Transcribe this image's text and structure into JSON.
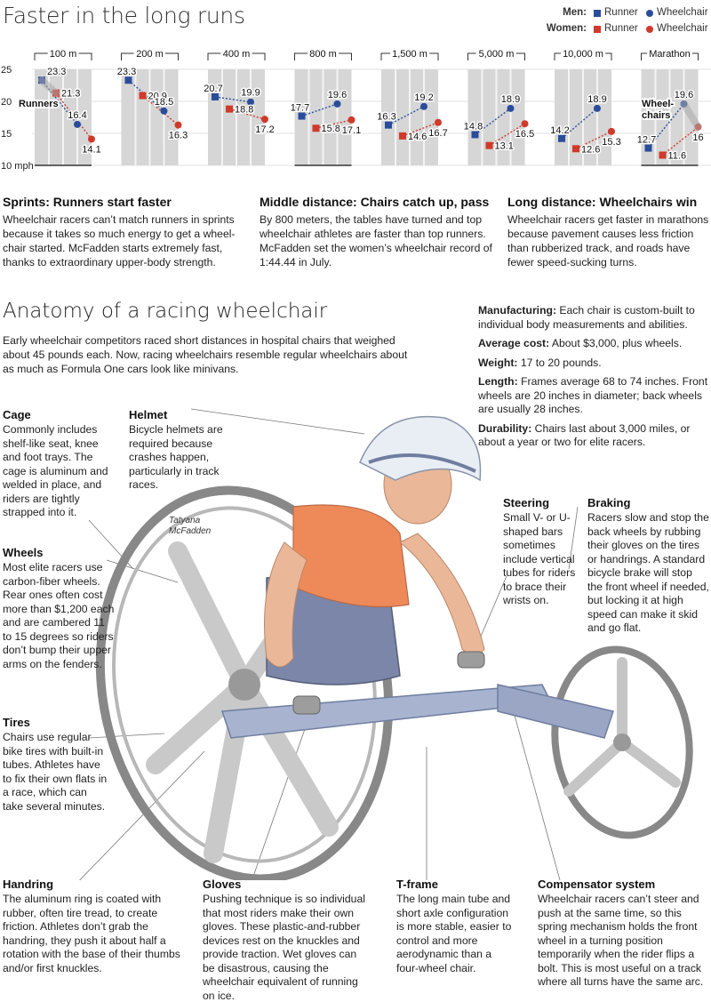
{
  "title": "Faster in the long runs",
  "legend": {
    "men_label": "Men:",
    "women_label": "Women:",
    "runner_label": "Runner",
    "wheelchair_label": "Wheelchair"
  },
  "colors": {
    "men": "#2a4d9a",
    "women": "#cf3a2a",
    "panel": "#d6d6d6",
    "grid": "#ffffff"
  },
  "chart_data": {
    "type": "scatter",
    "unit": "mph",
    "ylim": [
      10,
      25
    ],
    "yticks": [
      {
        "value": 25,
        "label": "25"
      },
      {
        "value": 20,
        "label": "20"
      },
      {
        "value": 15,
        "label": "15"
      },
      {
        "value": 10,
        "label": "10 mph"
      }
    ],
    "categories": [
      "100 m",
      "200 m",
      "400 m",
      "800 m",
      "1,500 m",
      "5,000 m",
      "10,000 m",
      "Marathon"
    ],
    "series": [
      {
        "name": "Men Runner",
        "values": [
          23.3,
          23.3,
          20.7,
          17.7,
          16.3,
          14.8,
          14.2,
          12.7
        ]
      },
      {
        "name": "Men Wheelchair",
        "values": [
          16.4,
          18.5,
          19.9,
          19.6,
          19.2,
          18.9,
          18.9,
          19.6
        ]
      },
      {
        "name": "Women Runner",
        "values": [
          21.3,
          20.9,
          18.8,
          15.8,
          14.6,
          13.1,
          12.6,
          11.6
        ]
      },
      {
        "name": "Women Wheelchair",
        "values": [
          14.1,
          16.3,
          17.2,
          17.1,
          16.7,
          16.5,
          15.3,
          16.0
        ]
      }
    ],
    "value_labels": {
      "men_runner": [
        "23.3",
        "23.3",
        "20.7",
        "17.7",
        "16.3",
        "14.8",
        "14.2",
        "12.7"
      ],
      "men_wheelchair": [
        "16.4",
        "18.5",
        "19.9",
        "19.6",
        "19.2",
        "18.9",
        "18.9",
        "19.6"
      ],
      "women_runner": [
        "21.3",
        "20.9",
        "18.8",
        "15.8",
        "14.6",
        "13.1",
        "12.6",
        "11.6"
      ],
      "women_wheelchair": [
        "14.1",
        "16.3",
        "17.2",
        "17.1",
        "16.7",
        "16.5",
        "15.3",
        "16"
      ]
    },
    "annotations": {
      "runners": "Runners",
      "wheelchairs": "Wheel-\nchairs"
    }
  },
  "sections": [
    {
      "title": "Sprints: Runners start faster",
      "text": "Wheelchair racers can’t match runners in sprints because it takes so much energy to get a wheel-chair started. McFadden starts extremely fast, thanks to extraordinary upper-body strength."
    },
    {
      "title": "Middle distance: Chairs catch up, pass",
      "text": "By 800 meters, the tables have turned and top wheelchair athletes are faster than top runners. McFadden set the women’s wheelchair record of 1:44.44 in July."
    },
    {
      "title": "Long distance: Wheelchairs win",
      "text": "Wheelchair racers get faster in marathons because pavement causes less friction than rubberized track, and roads have fewer speed-sucking turns."
    }
  ],
  "anatomy": {
    "title": "Anatomy of a racing wheelchair",
    "intro": "Early wheelchair competitors raced short distances in hospital chairs that weighed about 45 pounds each. Now, racing wheelchairs resemble regular wheelchairs about as much as Formula One cars look like minivans.",
    "credit": "Tatyana\nMcFadden",
    "specs": [
      {
        "label": "Manufacturing:",
        "text": " Each chair is custom-built to individual body measurements and abilities."
      },
      {
        "label": "Average cost:",
        "text": " About $3,000, plus wheels."
      },
      {
        "label": "Weight:",
        "text": " 17 to 20 pounds."
      },
      {
        "label": "Length:",
        "text": " Frames average 68 to 74 inches. Front wheels are 20 inches in diameter; back wheels are usually 28 inches."
      },
      {
        "label": "Durability:",
        "text": " Chairs last about 3,000 miles, or about a year or two for elite racers."
      }
    ],
    "notes": {
      "cage": {
        "title": "Cage",
        "text": "Commonly includes shelf-like seat, knee and foot trays. The cage is aluminum and welded in place, and riders are tightly strapped into it."
      },
      "helmet": {
        "title": "Helmet",
        "text": "Bicycle helmets are required because crashes happen, particularly in track races."
      },
      "wheels": {
        "title": "Wheels",
        "text": "Most elite racers use carbon-fiber wheels. Rear ones often cost more than $1,200 each and are cambered 11 to 15 degrees so riders don’t bump their upper arms on the fenders."
      },
      "tires": {
        "title": "Tires",
        "text": "Chairs use regular bike tires with built-in tubes. Athletes have to fix their own flats in a race, which can take several minutes."
      },
      "steering": {
        "title": "Steering",
        "text": "Small V- or U-shaped bars sometimes include vertical tubes for riders to brace their wrists on."
      },
      "braking": {
        "title": "Braking",
        "text": "Racers slow and stop the back wheels by rubbing their gloves on the tires or handrings. A standard bicycle brake will stop the front wheel if needed, but locking it at high speed can make it skid and go flat."
      },
      "handring": {
        "title": "Handring",
        "text": "The aluminum ring is coated with rubber, often tire tread, to create friction. Athletes don’t grab the handring, they push it about half a rotation with the base of their thumbs and/or first knuckles."
      },
      "gloves": {
        "title": "Gloves",
        "text": "Pushing technique is so individual that most riders make their own gloves. These plastic-and-rubber devices rest on the knuckles and provide traction. Wet gloves can be disastrous, causing the wheelchair equivalent of running on ice."
      },
      "tframe": {
        "title": "T-frame",
        "text": "The long main tube and short axle configuration is more stable, easier to control and more aerodynamic than a four-wheel chair."
      },
      "compensator": {
        "title": "Compensator system",
        "text": "Wheelchair racers can’t steer and push at the same time, so this spring mechanism holds the front wheel in a turning position temporarily when the rider flips a bolt. This is most useful on a track where all turns have the same arc."
      }
    }
  }
}
